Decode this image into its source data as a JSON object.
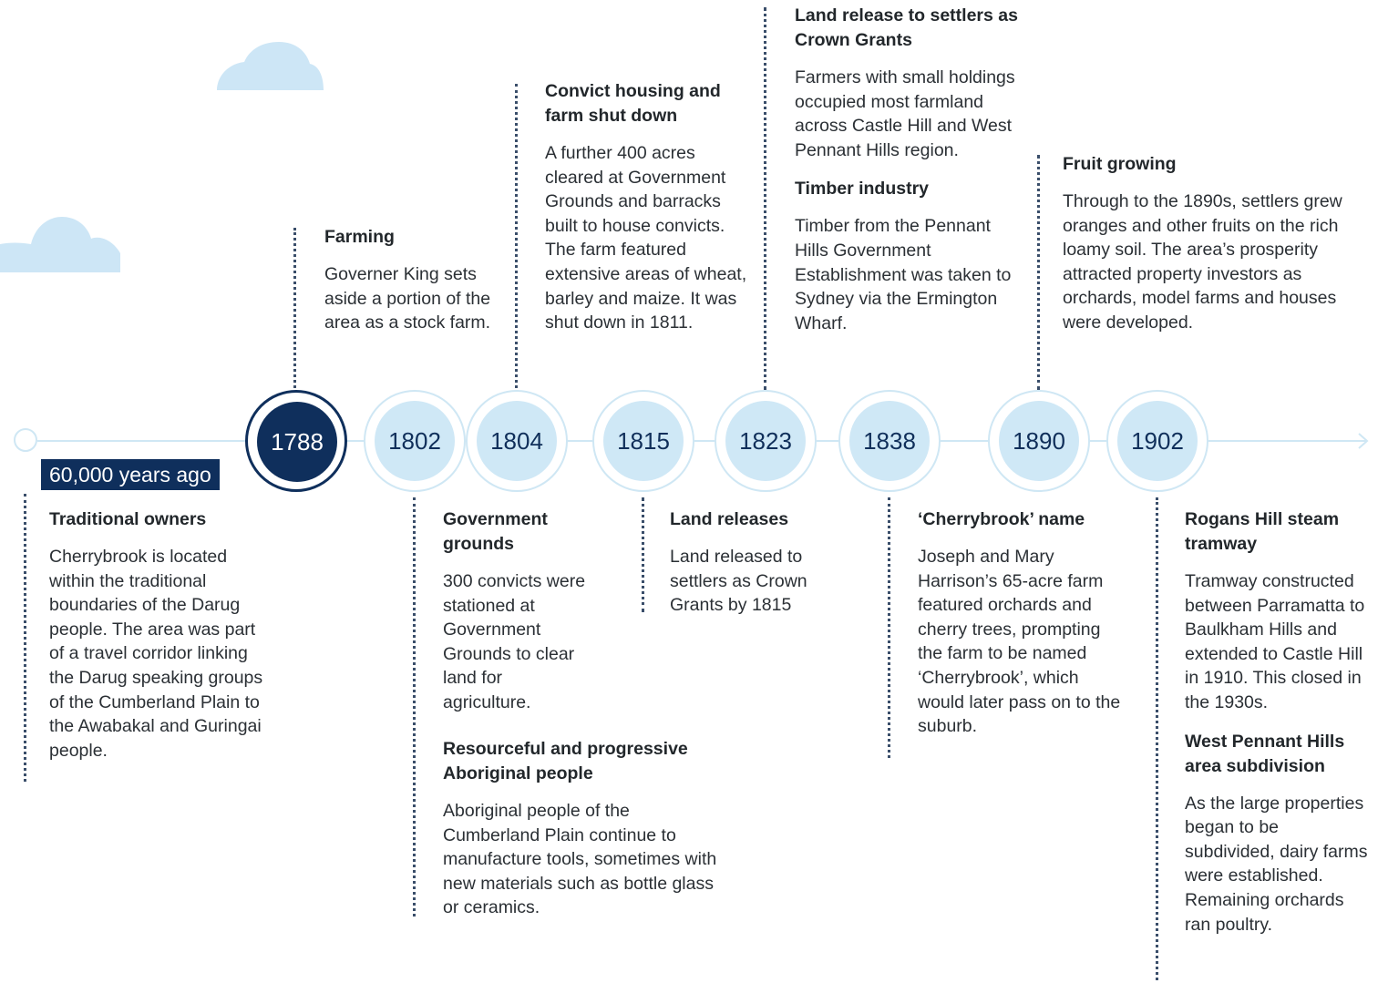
{
  "timeline": {
    "start_label": "60,000 years ago",
    "nodes": [
      {
        "year": "1788",
        "style": "major"
      },
      {
        "year": "1802",
        "style": "minor"
      },
      {
        "year": "1804",
        "style": "minor"
      },
      {
        "year": "1815",
        "style": "minor"
      },
      {
        "year": "1823",
        "style": "minor"
      },
      {
        "year": "1838",
        "style": "minor"
      },
      {
        "year": "1890",
        "style": "minor"
      },
      {
        "year": "1902",
        "style": "minor"
      }
    ]
  },
  "events": {
    "traditional": {
      "title": "Traditional owners",
      "body": "Cherrybrook is located within the traditional boundaries of the Darug people. The area was part of a travel corridor linking the Darug speaking groups of the Cumberland Plain to the Awabakal and Guringai people."
    },
    "farming": {
      "title": "Farming",
      "body": "Governer King sets aside a portion of the area as a stock farm."
    },
    "government_grounds": {
      "title": "Government grounds",
      "body": "300 convicts were stationed at Government Grounds to clear land for agriculture."
    },
    "aboriginal": {
      "title": "Resourceful and progressive Aboriginal people",
      "body": "Aboriginal people of the Cumberland Plain continue to manufacture tools, sometimes with new materials such as bottle glass or ceramics."
    },
    "convict": {
      "title": "Convict housing and farm shut down",
      "body": "A further 400 acres cleared at Government Grounds and barracks built to house convicts. The farm featured extensive areas of wheat, barley and maize. It was shut down in 1811."
    },
    "land_releases": {
      "title": "Land releases",
      "body": "Land released to settlers as Crown Grants by 1815"
    },
    "crown_grants": {
      "title": "Land release to settlers as Crown Grants",
      "body": "Farmers with small holdings occupied most farmland across Castle Hill and West Pennant Hills region."
    },
    "timber": {
      "title": "Timber industry",
      "body": "Timber from the Pennant Hills Government Establishment was taken to Sydney via the Ermington Wharf."
    },
    "cherrybrook_name": {
      "title": "‘Cherrybrook’ name",
      "body": "Joseph and Mary Harrison’s 65-acre farm featured orchards and cherry trees, prompting the farm to be named ‘Cherrybrook’, which would later pass on to the suburb."
    },
    "fruit": {
      "title": "Fruit growing",
      "body": "Through to the 1890s, settlers grew oranges and other fruits on the rich loamy soil. The area’s prosperity attracted property investors as orchards, model farms and houses were developed."
    },
    "tramway": {
      "title": "Rogans Hill steam tramway",
      "body": "Tramway constructed between Parramatta to Baulkham Hills and extended to Castle Hill in 1910. This closed in the 1930s."
    },
    "subdivision": {
      "title": "West Pennant Hills area subdivision",
      "body": "As the large properties began to be subdivided, dairy farms were established. Remaining orchards ran poultry."
    }
  },
  "colors": {
    "navy": "#0f2f5c",
    "light_blue": "#cfe8f6",
    "cloud": "#cde6f6",
    "axis_line": "#cfe7f4",
    "dotted_line": "#3a4e6a"
  }
}
